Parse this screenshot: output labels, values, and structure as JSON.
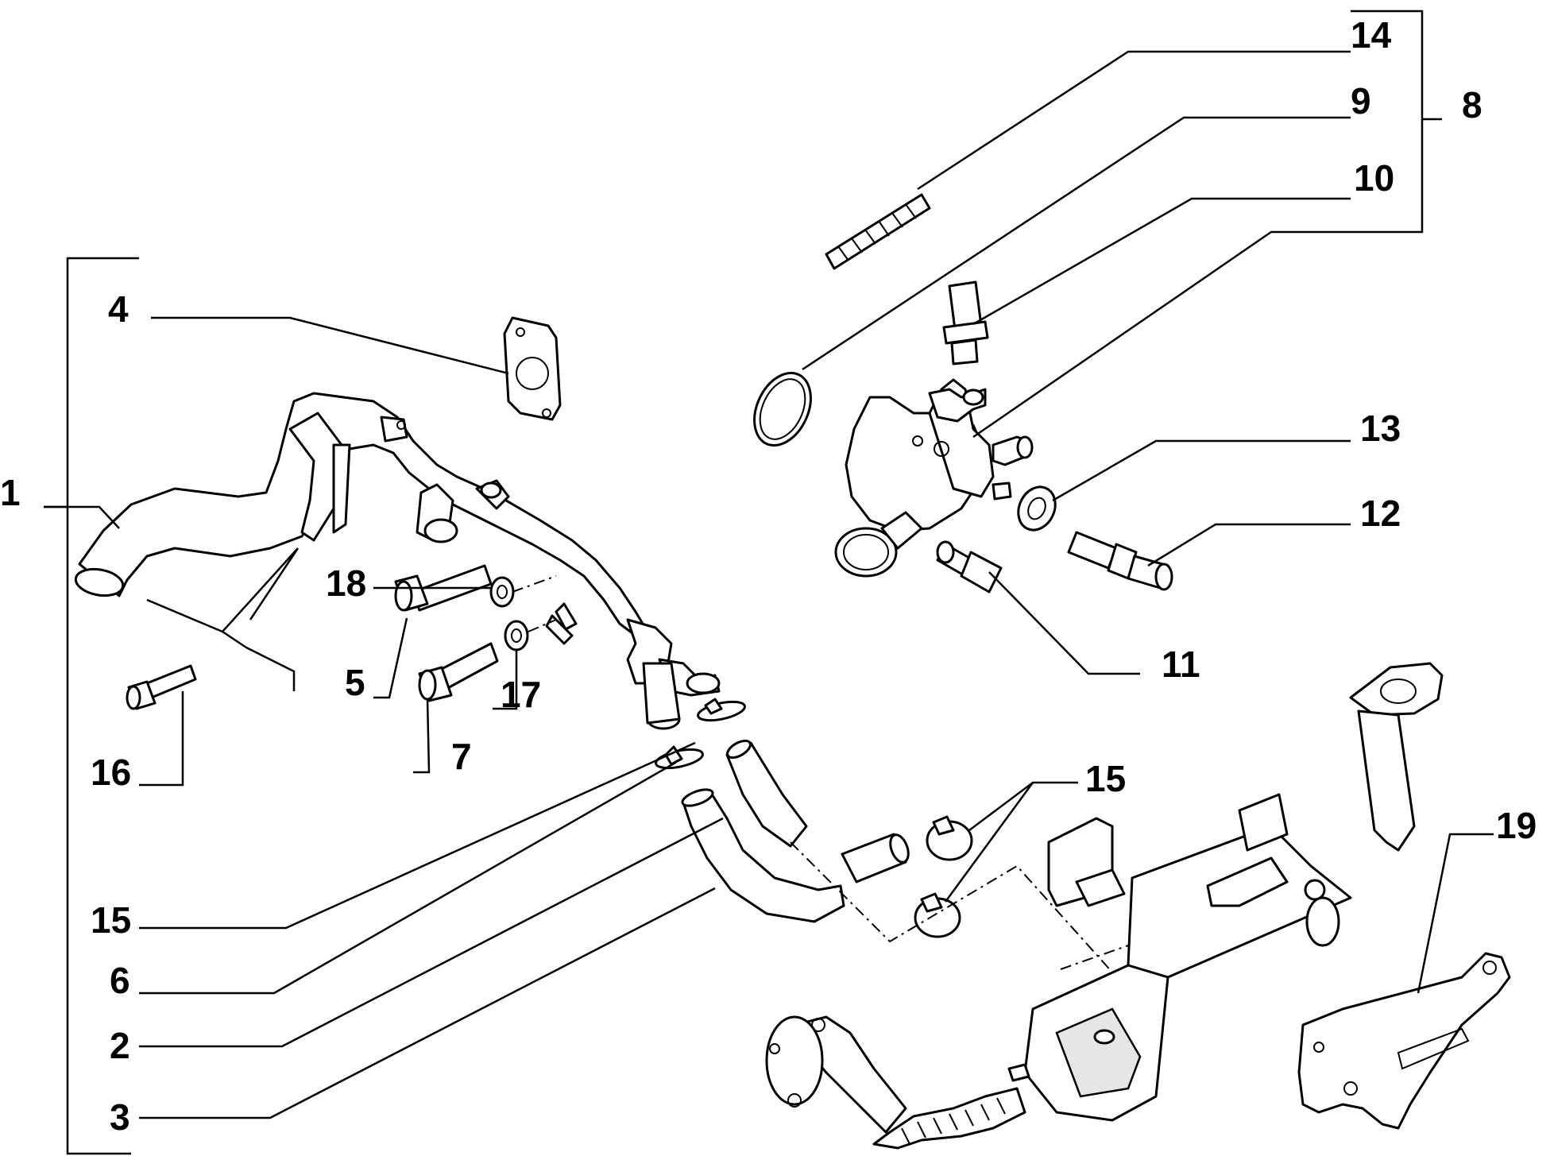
{
  "callouts": {
    "c1": "1",
    "c2": "2",
    "c3": "3",
    "c4": "4",
    "c5": "5",
    "c6": "6",
    "c7": "7",
    "c8": "8",
    "c9": "9",
    "c10": "10",
    "c11": "11",
    "c12": "12",
    "c13": "13",
    "c14": "14",
    "c15a": "15",
    "c15b": "15",
    "c16": "16",
    "c17": "17",
    "c18": "18",
    "c19": "19"
  }
}
